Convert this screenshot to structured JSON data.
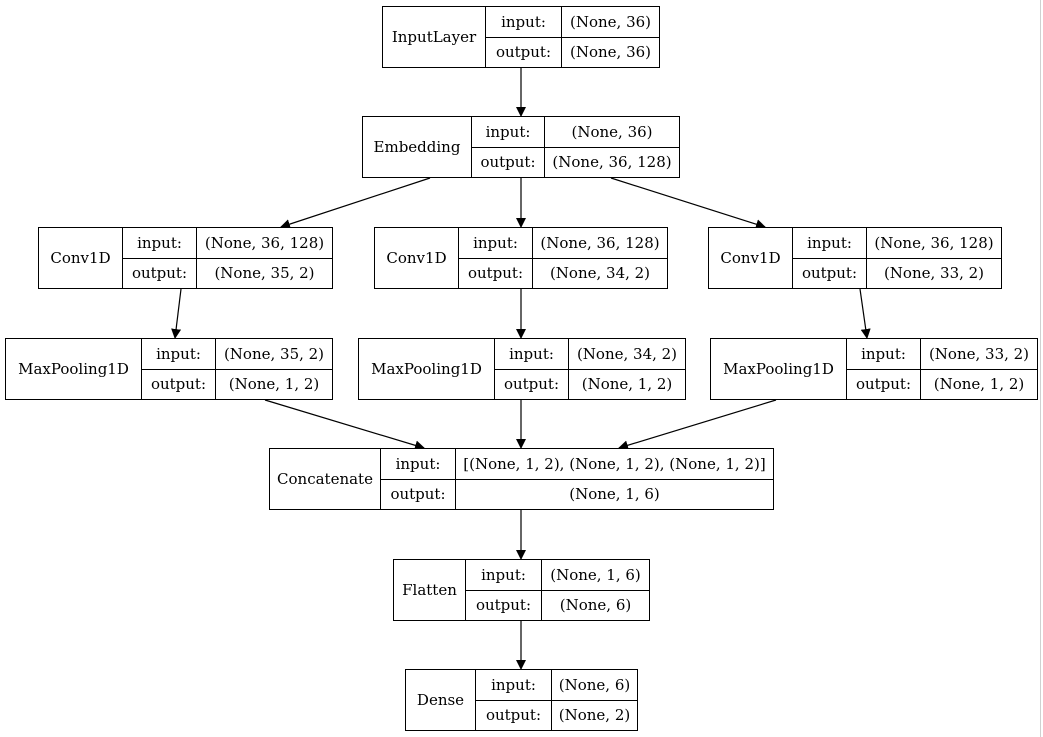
{
  "diagram": {
    "input_label": "input:",
    "output_label": "output:",
    "nodes": [
      {
        "id": "input_layer",
        "name": "InputLayer",
        "input": "(None, 36)",
        "output": "(None, 36)"
      },
      {
        "id": "embedding",
        "name": "Embedding",
        "input": "(None, 36)",
        "output": "(None, 36, 128)"
      },
      {
        "id": "conv1d_1",
        "name": "Conv1D",
        "input": "(None, 36, 128)",
        "output": "(None, 35, 2)"
      },
      {
        "id": "conv1d_2",
        "name": "Conv1D",
        "input": "(None, 36, 128)",
        "output": "(None, 34, 2)"
      },
      {
        "id": "conv1d_3",
        "name": "Conv1D",
        "input": "(None, 36, 128)",
        "output": "(None, 33, 2)"
      },
      {
        "id": "maxpool_1",
        "name": "MaxPooling1D",
        "input": "(None, 35, 2)",
        "output": "(None, 1, 2)"
      },
      {
        "id": "maxpool_2",
        "name": "MaxPooling1D",
        "input": "(None, 34, 2)",
        "output": "(None, 1, 2)"
      },
      {
        "id": "maxpool_3",
        "name": "MaxPooling1D",
        "input": "(None, 33, 2)",
        "output": "(None, 1, 2)"
      },
      {
        "id": "concatenate",
        "name": "Concatenate",
        "input": "[(None, 1, 2), (None, 1, 2), (None, 1, 2)]",
        "output": "(None, 1, 6)"
      },
      {
        "id": "flatten",
        "name": "Flatten",
        "input": "(None, 1, 6)",
        "output": "(None, 6)"
      },
      {
        "id": "dense",
        "name": "Dense",
        "input": "(None, 6)",
        "output": "(None, 2)"
      }
    ],
    "edges": [
      {
        "from": "input_layer",
        "to": "embedding"
      },
      {
        "from": "embedding",
        "to": "conv1d_1"
      },
      {
        "from": "embedding",
        "to": "conv1d_2"
      },
      {
        "from": "embedding",
        "to": "conv1d_3"
      },
      {
        "from": "conv1d_1",
        "to": "maxpool_1"
      },
      {
        "from": "conv1d_2",
        "to": "maxpool_2"
      },
      {
        "from": "conv1d_3",
        "to": "maxpool_3"
      },
      {
        "from": "maxpool_1",
        "to": "concatenate"
      },
      {
        "from": "maxpool_2",
        "to": "concatenate"
      },
      {
        "from": "maxpool_3",
        "to": "concatenate"
      },
      {
        "from": "concatenate",
        "to": "flatten"
      },
      {
        "from": "flatten",
        "to": "dense"
      }
    ]
  }
}
